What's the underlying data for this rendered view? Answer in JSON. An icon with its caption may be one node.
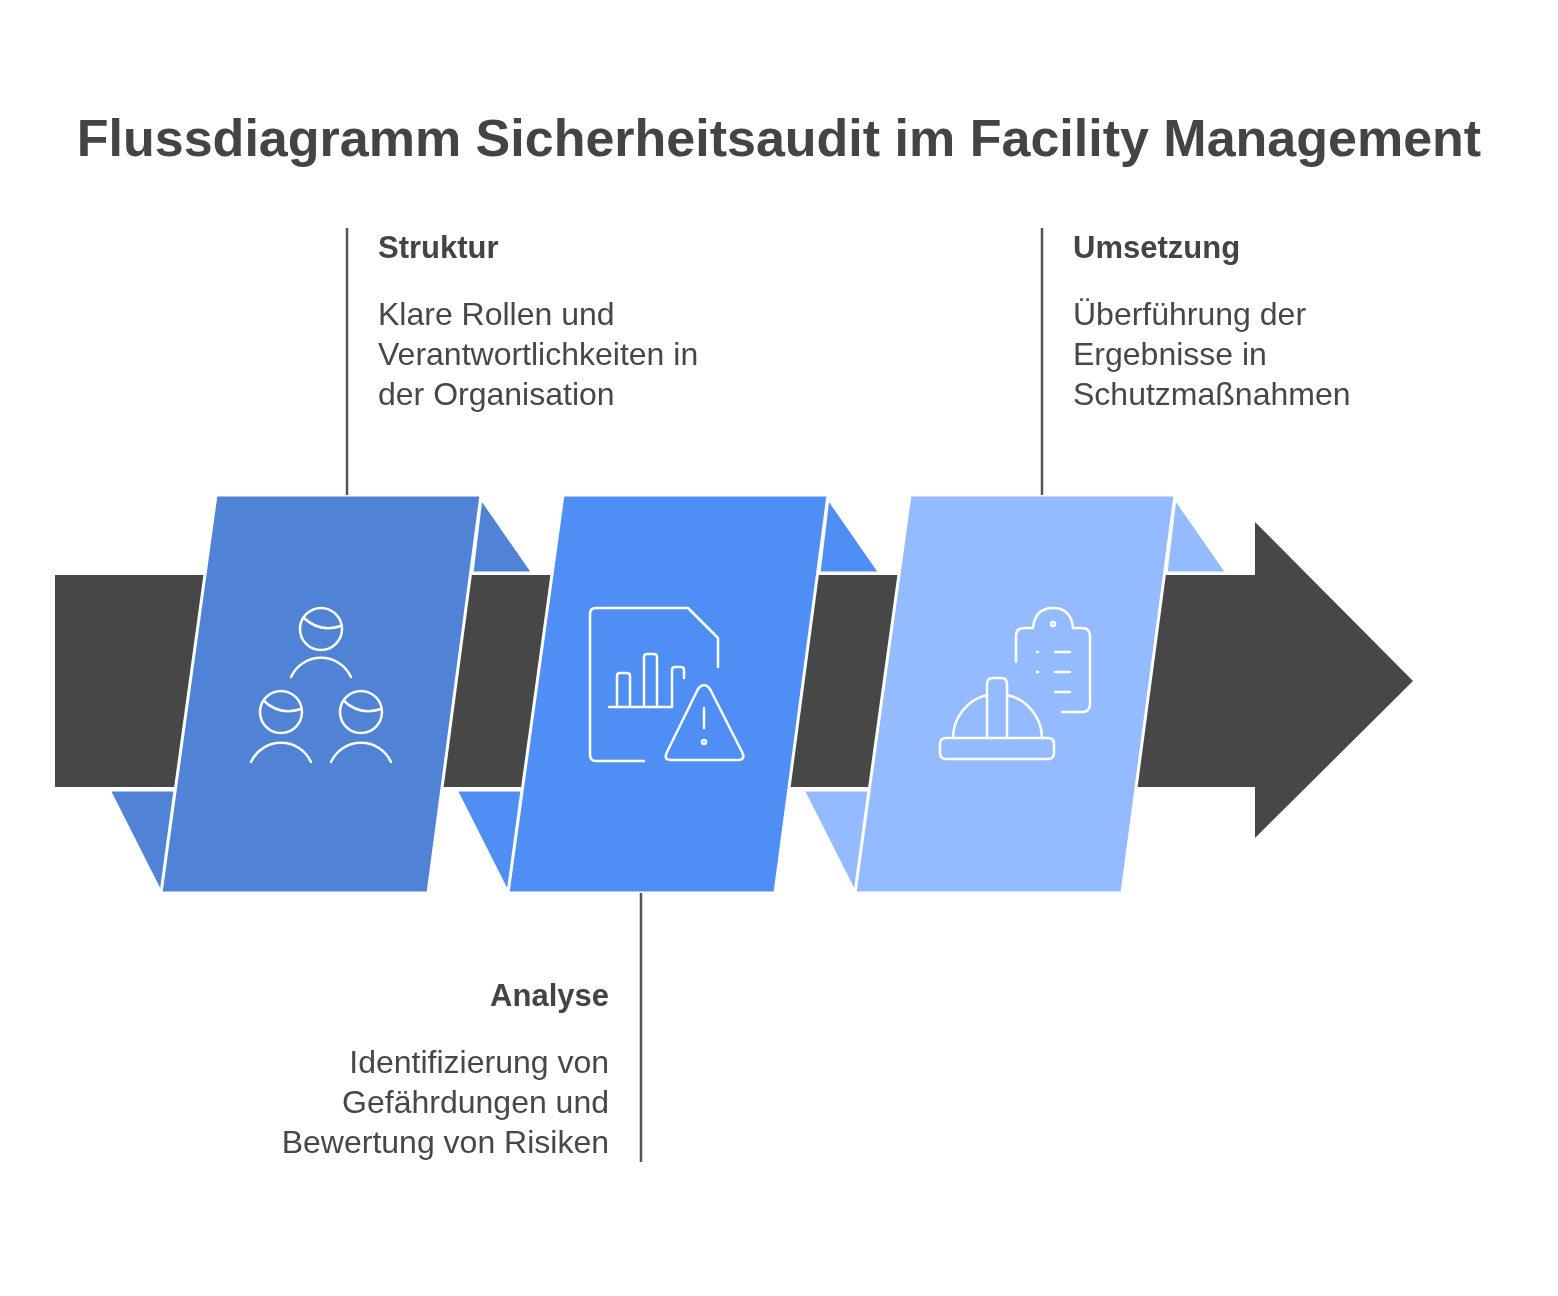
{
  "diagram": {
    "title": "Flussdiagramm Sicherheitsaudit im Facility Management",
    "nodes": [
      {
        "text": [
          "Struktur",
          "Klare Rollen und Verantwortlichkeiten in der Organisation"
        ]
      },
      {
        "text": [],
        "shape": "parallelogram"
      },
      {
        "text": [
          "Analyse",
          "Identifizierung von Gefährdungen und Bewertung von Risiken"
        ]
      },
      {
        "text": [],
        "shape": "parallelogram"
      },
      {
        "text": [
          "Umsetzung",
          "Überführung der Ergebnisse in Schutzmaßnahmen"
        ]
      },
      {
        "text": [],
        "shape": "parallelogram"
      }
    ],
    "edges": [
      {
        "from": 0,
        "to": 1,
        "arrow": "none"
      },
      {
        "from": 2,
        "to": 3,
        "arrow": "none"
      },
      {
        "from": 4,
        "to": 5,
        "arrow": "none"
      }
    ]
  }
}
